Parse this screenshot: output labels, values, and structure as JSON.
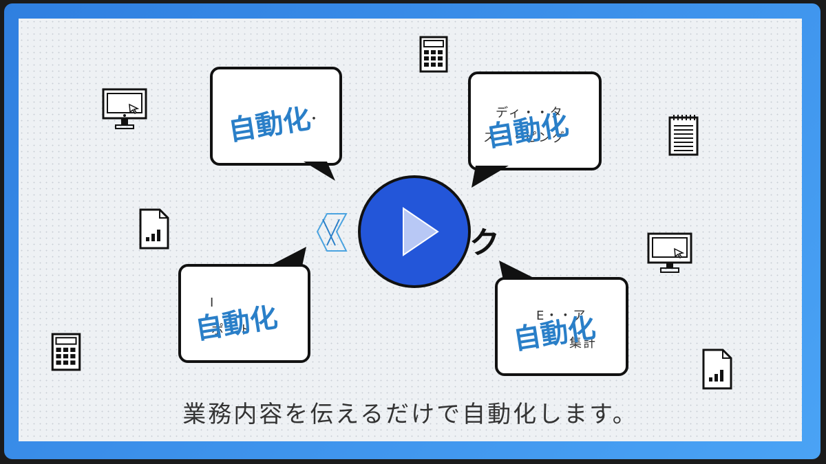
{
  "bubbles": {
    "top_left": {
      "main": "自動化",
      "ghost": "・・・・・"
    },
    "top_right": {
      "main": "自動化",
      "ghost_top": "ディ・・タ",
      "ghost_bottom": "ス・・ピング"
    },
    "bottom_left": {
      "main": "自動化",
      "ghost_top": "Ⅰ",
      "ghost_bottom": "ポート"
    },
    "bottom_right": {
      "main": "自動化",
      "ghost_top": "E・・ア",
      "ghost_bottom": "集計"
    }
  },
  "logo": {
    "right_glyph": "ク"
  },
  "caption": "業務内容を伝えるだけで自動化します。",
  "colors": {
    "border": "#3a92ea",
    "play": "#2356d9",
    "accent_text": "#2a7fc8"
  }
}
